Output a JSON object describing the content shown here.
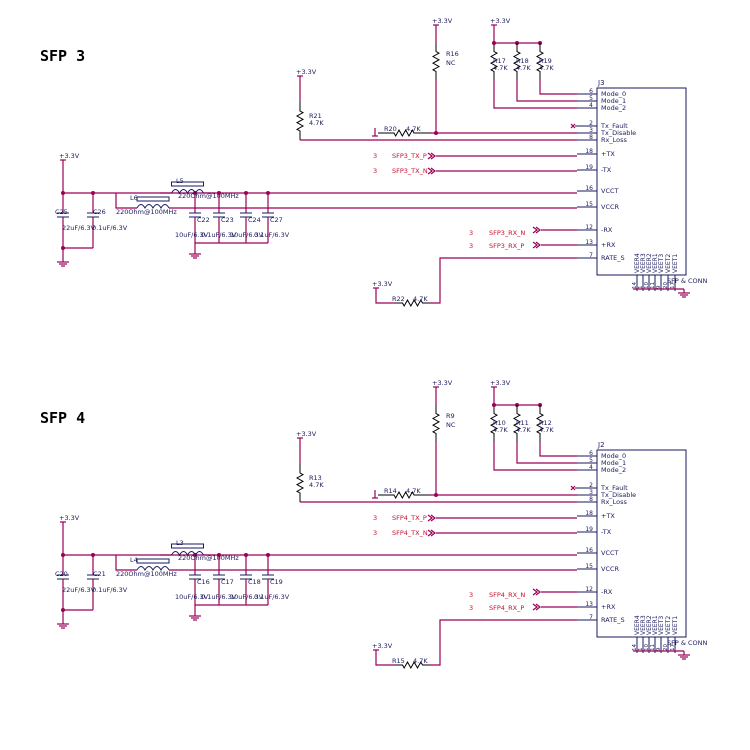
{
  "sections": [
    {
      "title": "SFP 3",
      "connector": {
        "ref": "J3",
        "name": "SFP & CONN",
        "left_pins": [
          {
            "num": "6",
            "name": "Mode_0"
          },
          {
            "num": "5",
            "name": "Mode_1"
          },
          {
            "num": "4",
            "name": "Mode_2"
          },
          {
            "num": "2",
            "name": "Tx_Fault"
          },
          {
            "num": "3",
            "name": "Tx_Disable"
          },
          {
            "num": "8",
            "name": "Rx_Loss"
          },
          {
            "num": "18",
            "name": "+TX"
          },
          {
            "num": "19",
            "name": "-TX"
          },
          {
            "num": "16",
            "name": "VCCT"
          },
          {
            "num": "15",
            "name": "VCCR"
          },
          {
            "num": "12",
            "name": "-RX"
          },
          {
            "num": "13",
            "name": "+RX"
          },
          {
            "num": "7",
            "name": "RATE_S"
          }
        ],
        "bottom_pins": [
          {
            "num": "14",
            "name": "VEER4"
          },
          {
            "num": "1",
            "name": "VEER3"
          },
          {
            "num": "10",
            "name": "VEER2"
          },
          {
            "num": "11",
            "name": "VEER1"
          },
          {
            "num": "9",
            "name": "VEET3"
          },
          {
            "num": "20",
            "name": "VEET2"
          },
          {
            "num": "17",
            "name": "VEET1"
          }
        ]
      },
      "power": "+3.3V",
      "resistors": {
        "r_nc": {
          "ref": "R16",
          "value": "NC"
        },
        "r_pull": {
          "ref": "R21",
          "value": "4.7K"
        },
        "r_series": {
          "ref": "R20",
          "value": "4.7K"
        },
        "r_mode": [
          {
            "ref": "R17",
            "value": "4.7K"
          },
          {
            "ref": "R18",
            "value": "4.7K"
          },
          {
            "ref": "R19",
            "value": "4.7K"
          }
        ],
        "r_rate": {
          "ref": "R22",
          "value": "4.7K"
        }
      },
      "nets": {
        "tx_p": {
          "page": "3",
          "name": "SFP3_TX_P"
        },
        "tx_n": {
          "page": "3",
          "name": "SFP3_TX_N"
        },
        "rx_n": {
          "page": "3",
          "name": "SFP3_RX_N"
        },
        "rx_p": {
          "page": "3",
          "name": "SFP3_RX_P"
        }
      },
      "inductors": {
        "l_top": {
          "ref": "L5",
          "value": "220Ohm@100MHz"
        },
        "l_bot": {
          "ref": "L6",
          "value": "220Ohm@100MHz"
        }
      },
      "caps": {
        "left": [
          {
            "ref": "C25",
            "value": "22uF/6.3V"
          },
          {
            "ref": "C26",
            "value": "0.1uF/6.3V"
          }
        ],
        "right": [
          {
            "ref": "C22",
            "value": "10uF/6.3V"
          },
          {
            "ref": "C23",
            "value": "0.1uF/6.3V"
          },
          {
            "ref": "C24",
            "value": "10uF/6.3V"
          },
          {
            "ref": "C27",
            "value": "0.1uF/6.3V"
          }
        ]
      }
    },
    {
      "title": "SFP 4",
      "connector": {
        "ref": "J2",
        "name": "SFP & CONN",
        "left_pins": [
          {
            "num": "6",
            "name": "Mode_0"
          },
          {
            "num": "5",
            "name": "Mode_1"
          },
          {
            "num": "4",
            "name": "Mode_2"
          },
          {
            "num": "2",
            "name": "Tx_Fault"
          },
          {
            "num": "3",
            "name": "Tx_Disable"
          },
          {
            "num": "8",
            "name": "Rx_Loss"
          },
          {
            "num": "18",
            "name": "+TX"
          },
          {
            "num": "19",
            "name": "-TX"
          },
          {
            "num": "16",
            "name": "VCCT"
          },
          {
            "num": "15",
            "name": "VCCR"
          },
          {
            "num": "12",
            "name": "-RX"
          },
          {
            "num": "13",
            "name": "+RX"
          },
          {
            "num": "7",
            "name": "RATE_S"
          }
        ],
        "bottom_pins": [
          {
            "num": "14",
            "name": "VEER4"
          },
          {
            "num": "1",
            "name": "VEER3"
          },
          {
            "num": "10",
            "name": "VEER2"
          },
          {
            "num": "11",
            "name": "VEER1"
          },
          {
            "num": "9",
            "name": "VEET3"
          },
          {
            "num": "20",
            "name": "VEET2"
          },
          {
            "num": "17",
            "name": "VEET1"
          }
        ]
      },
      "power": "+3.3V",
      "resistors": {
        "r_nc": {
          "ref": "R9",
          "value": "NC"
        },
        "r_pull": {
          "ref": "R13",
          "value": "4.7K"
        },
        "r_series": {
          "ref": "R14",
          "value": "4.7K"
        },
        "r_mode": [
          {
            "ref": "R10",
            "value": "4.7K"
          },
          {
            "ref": "R11",
            "value": "4.7K"
          },
          {
            "ref": "R12",
            "value": "4.7K"
          }
        ],
        "r_rate": {
          "ref": "R15",
          "value": "4.7K"
        }
      },
      "nets": {
        "tx_p": {
          "page": "3",
          "name": "SFP4_TX_P"
        },
        "tx_n": {
          "page": "3",
          "name": "SFP4_TX_N"
        },
        "rx_n": {
          "page": "3",
          "name": "SFP4_RX_N"
        },
        "rx_p": {
          "page": "3",
          "name": "SFP4_RX_P"
        }
      },
      "inductors": {
        "l_top": {
          "ref": "L3",
          "value": "220Ohm@100MHz"
        },
        "l_bot": {
          "ref": "L4",
          "value": "220Ohm@100MHz"
        }
      },
      "caps": {
        "left": [
          {
            "ref": "C20",
            "value": "22uF/6.3V"
          },
          {
            "ref": "C21",
            "value": "0.1uF/6.3V"
          }
        ],
        "right": [
          {
            "ref": "C16",
            "value": "10uF/6.3V"
          },
          {
            "ref": "C17",
            "value": "0.1uF/6.3V"
          },
          {
            "ref": "C18",
            "value": "10uF/6.3V"
          },
          {
            "ref": "C19",
            "value": "0.1uF/6.3V"
          }
        ]
      }
    }
  ]
}
